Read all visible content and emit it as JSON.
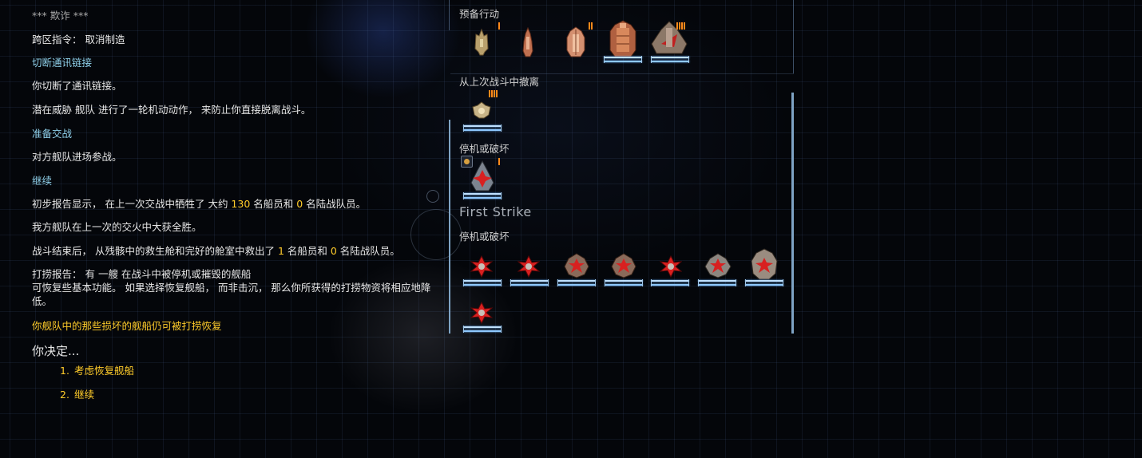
{
  "log": {
    "header": "*** 欺诈 ***",
    "cross_sector": "跨区指令： 取消制造",
    "cut_link_title": "切断通讯链接",
    "cut_link_text": "你切断了通讯链接。",
    "threat_text": "潜在威胁 舰队 进行了一轮机动动作， 来防止你直接脱离战斗。",
    "prepare_title": "准备交战",
    "enemy_join": "对方舰队进场参战。",
    "continue_title": "继续",
    "report_pre": "初步报告显示， 在上一次交战中牺牲了 大约 ",
    "crew_lost": "130",
    "report_mid": " 名船员和 ",
    "marines_lost": "0",
    "report_post": " 名陆战队员。",
    "victory": "我方舰队在上一次的交火中大获全胜。",
    "rescue_pre": "战斗结束后， 从残骸中的救生舱和完好的舱室中救出了 ",
    "crew_rescued": "1",
    "rescue_mid": " 名船员和 ",
    "marines_rescued": "0",
    "rescue_post": " 名陆战队员。",
    "salvage_line1": "打捞报告： 有 一艘 在战斗中被停机或摧毁的舰船",
    "salvage_line2": "可恢复些基本功能。 如果选择恢复舰船， 而非击沉， 那么你所获得的打捞物资将相应地降低。",
    "salvage_warning": "你舰队中的那些损坏的舰船仍可被打捞恢复"
  },
  "decide": {
    "prompt": "你决定...",
    "options": [
      {
        "num": "1.",
        "label": "考虑恢复舰船"
      },
      {
        "num": "2.",
        "label": "继续"
      }
    ]
  },
  "fleet": {
    "reserve_label": "预备行动",
    "withdrawn_label": "从上次战斗中撤离",
    "disabled_label_1": "停机或破坏",
    "first_strike": "First Strike",
    "disabled_label_2": "停机或破坏"
  },
  "colors": {
    "accent_blue": "#8fd0ea",
    "accent_yellow": "#ffcc2a",
    "pip_orange": "#ff8a1a",
    "enemy_red": "#d82020"
  },
  "icons": [
    "frigate-icon",
    "destroyer-icon",
    "cruiser-icon",
    "capital-icon",
    "carrier-icon",
    "enemy-drone-icon",
    "enemy-wreck-icon",
    "officer-icon"
  ]
}
